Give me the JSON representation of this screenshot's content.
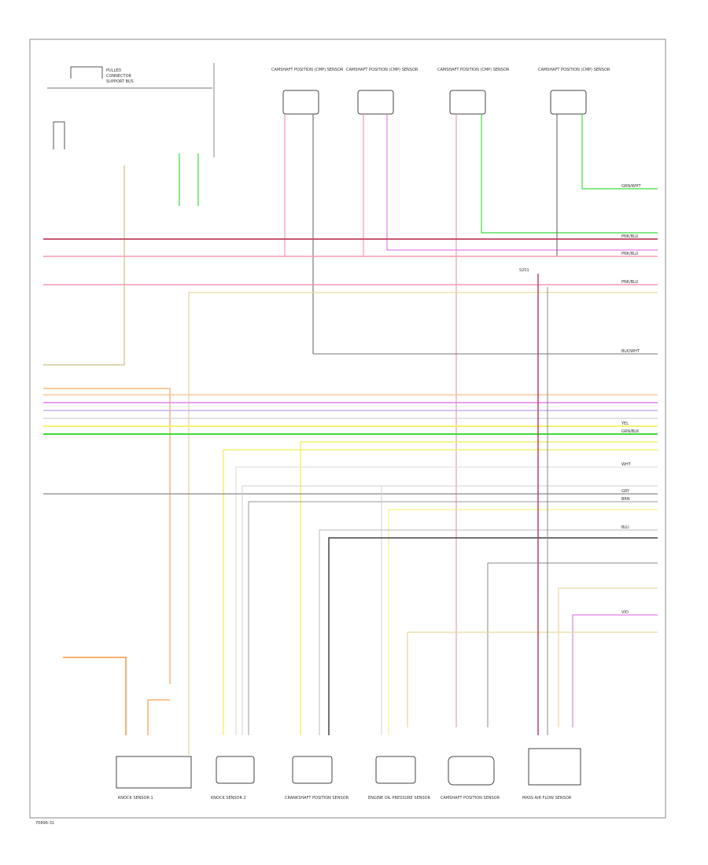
{
  "diagram": {
    "page_code": "70896-31",
    "top_notes": [
      "PULLED",
      "CONNECTOR",
      "SUPPORT BUS"
    ],
    "splice_label": "S201",
    "sensor_labels": [
      "CAMSHAFT POSITION (CMP) SENSOR",
      "CAMSHAFT POSITION (CMP) SENSOR",
      "CAMSHAFT POSITION (CMP) SENSOR",
      "CAMSHAFT POSITION (CMP) SENSOR"
    ],
    "bottom_components": [
      "KNOCK SENSOR 1",
      "KNOCK SENSOR 2",
      "CRANKSHAFT POSITION SENSOR",
      "ENGINE OIL PRESSURE SENSOR",
      "CAMSHAFT POSITION SENSOR",
      "MASS AIR FLOW SENSOR"
    ],
    "wire_labels": [
      "PNK/BLU",
      "PNK/BLU",
      "PNK/BLU",
      "GRN/WHT",
      "BLK/WHT",
      "GRN/BLK",
      "YEL",
      "WHT",
      "GRY",
      "BRN",
      "BLU",
      "VIO"
    ]
  }
}
